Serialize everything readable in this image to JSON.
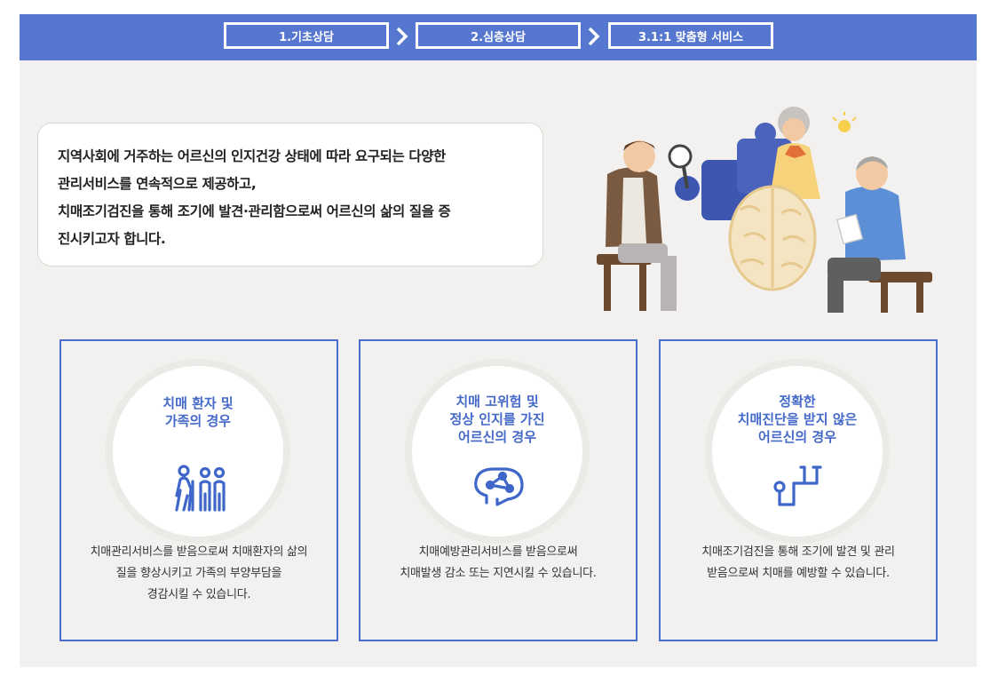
{
  "steps": [
    {
      "label": "1.기초상담"
    },
    {
      "label": "2.심층상담"
    },
    {
      "label": "3.1:1 맞춤형 서비스"
    }
  ],
  "intro": {
    "lines": [
      "지역사회에 거주하는 어르신의 인지건강 상태에 따라 요구되는 다양한",
      "관리서비스를 연속적으로 제공하고,",
      "치매조기검진을 통해 조기에 발견·관리함으로써 어르신의 삶의 질을 증",
      "진시키고자 합니다."
    ]
  },
  "cards": [
    {
      "title": [
        "치매 환자 및",
        "가족의 경우"
      ],
      "icon": "elderly-family-icon",
      "desc": [
        "치매관리서비스를 받음으로써 치매환자의 삶의",
        "질을 향상시키고 가족의 부양부담을",
        "경감시킬 수 있습니다."
      ]
    },
    {
      "title": [
        "치매 고위험 및",
        "정상 인지를 가진",
        "어르신의 경우"
      ],
      "icon": "brain-network-icon",
      "desc": [
        "치매예방관리서비스를 받음으로써",
        "치매발생 감소 또는 지연시킬 수 있습니다."
      ]
    },
    {
      "title": [
        "정확한",
        "치매진단을 받지 않은",
        "어르신의 경우"
      ],
      "icon": "stethoscope-icon",
      "desc": [
        "치매조기검진을 통해 조기에 발견 및 관리",
        "받음으로써 치매를 예방할 수 있습니다."
      ]
    }
  ],
  "colors": {
    "accent": "#5577cf",
    "card_border": "#4b6fcb",
    "title_text": "#4569c8",
    "background": "#f2f1ef"
  }
}
